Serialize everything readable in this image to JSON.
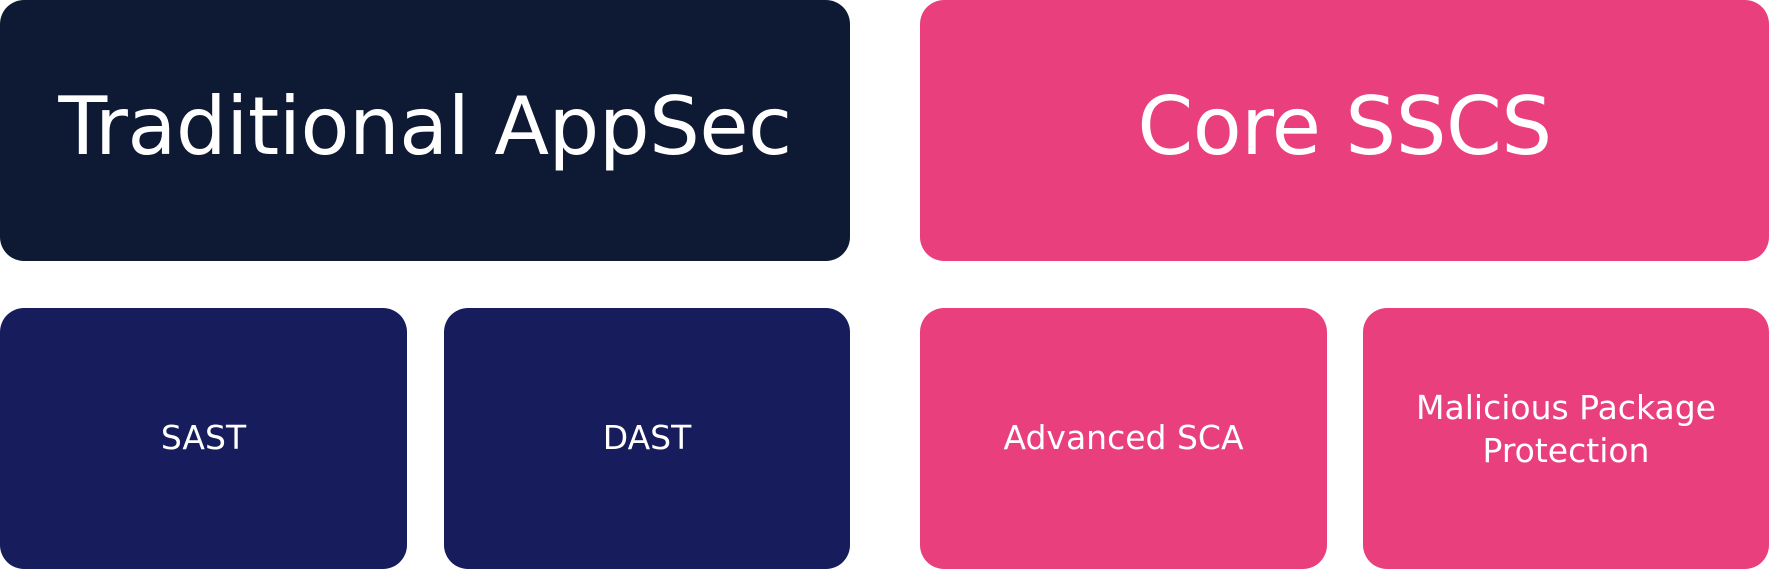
{
  "colors": {
    "traditional_header": "#0E1A33",
    "traditional_items": "#171C5C",
    "sscs": "#E9407D",
    "text": "#FFFFFF",
    "background": "#FFFFFF"
  },
  "groups": [
    {
      "title": "Traditional AppSec",
      "items": [
        {
          "label": "SAST"
        },
        {
          "label": "DAST"
        }
      ]
    },
    {
      "title": "Core SSCS",
      "items": [
        {
          "label": "Advanced SCA"
        },
        {
          "label": "Malicious Package\nProtection"
        }
      ]
    }
  ]
}
